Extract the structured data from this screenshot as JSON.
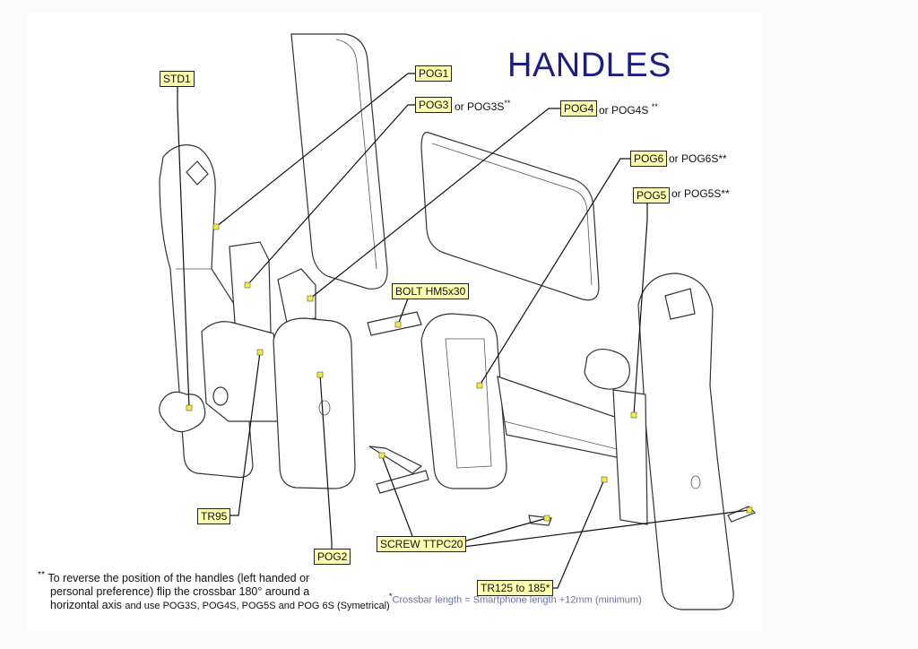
{
  "title": "HANDLES",
  "labels": {
    "std1": "STD1",
    "pog1": "POG1",
    "pog3": "POG3",
    "pog3_alt": "or POG3S",
    "pog4": "POG4",
    "pog4_alt": "or POG4S",
    "pog6": "POG6",
    "pog6_alt": "or POG6S",
    "pog5": "POG5",
    "pog5_alt": "or POG5S",
    "bolt": "BOLT HM5x30",
    "tr95": "TR95",
    "pog2": "POG2",
    "screw": "SCREW TTPC20",
    "tr125": "TR125 to 185*",
    "double_star": "**"
  },
  "notes": {
    "reverse_line1": "To reverse the position of the handles (left handed or",
    "reverse_line2": "personal preference) flip the crossbar 180° around a",
    "reverse_line3a": "horizontal axis",
    "reverse_line3b": "and use POG3S, POG4S, POG5S and POG 6S (Symetrical)",
    "crossbar_star": "*",
    "crossbar": "Crossbar length = Smartphone length +12mm (minimum)"
  },
  "colors": {
    "title": "#1d1d87",
    "tag_fill": "#ffffb0",
    "note_blue": "#6c70a8"
  }
}
